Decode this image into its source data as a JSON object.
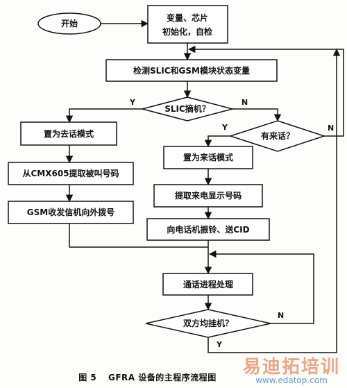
{
  "flowchart": {
    "start": "开始",
    "init_line1": "变量、芯片",
    "init_line2": "初始化，自检",
    "detect": "检测SLIC和GSM模块状态变量",
    "slic_offhook": "SLIC摘机？",
    "dial_mode": "置为去话模式",
    "extract_called": "从CMX605提取被叫号码",
    "gsm_dial": "GSM收发信机向外拨号",
    "incoming_call": "有来话？",
    "incoming_mode": "置为来话模式",
    "extract_caller": "提取来电显示号码",
    "ring_cid": "向电话机振铃、送CID",
    "call_process": "通话进程处理",
    "both_hangup": "双方均挂机？",
    "label_yes": "Y",
    "label_no": "N"
  },
  "caption": {
    "figure": "图 5",
    "title": "GFRA 设备的主程序流程图"
  },
  "watermark": {
    "brand": "易迪拓培训",
    "url": "www.edatop.com"
  }
}
